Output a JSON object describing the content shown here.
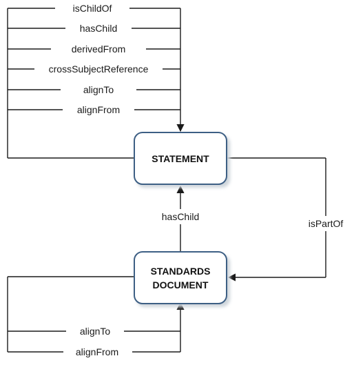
{
  "nodes": {
    "statement": {
      "label": "STATEMENT"
    },
    "standards_document": {
      "line1": "STANDARDS",
      "line2": "DOCUMENT"
    }
  },
  "edges": {
    "top_relations": [
      "isChildOf",
      "hasChild",
      "derivedFrom",
      "crossSubjectReference",
      "alignTo",
      "alignFrom"
    ],
    "document_to_statement": "hasChild",
    "statement_to_document": "isPartOf",
    "bottom_relations": [
      "alignTo",
      "alignFrom"
    ]
  },
  "colors": {
    "node_border": "#3d5f84",
    "line": "#1a1a1a"
  }
}
